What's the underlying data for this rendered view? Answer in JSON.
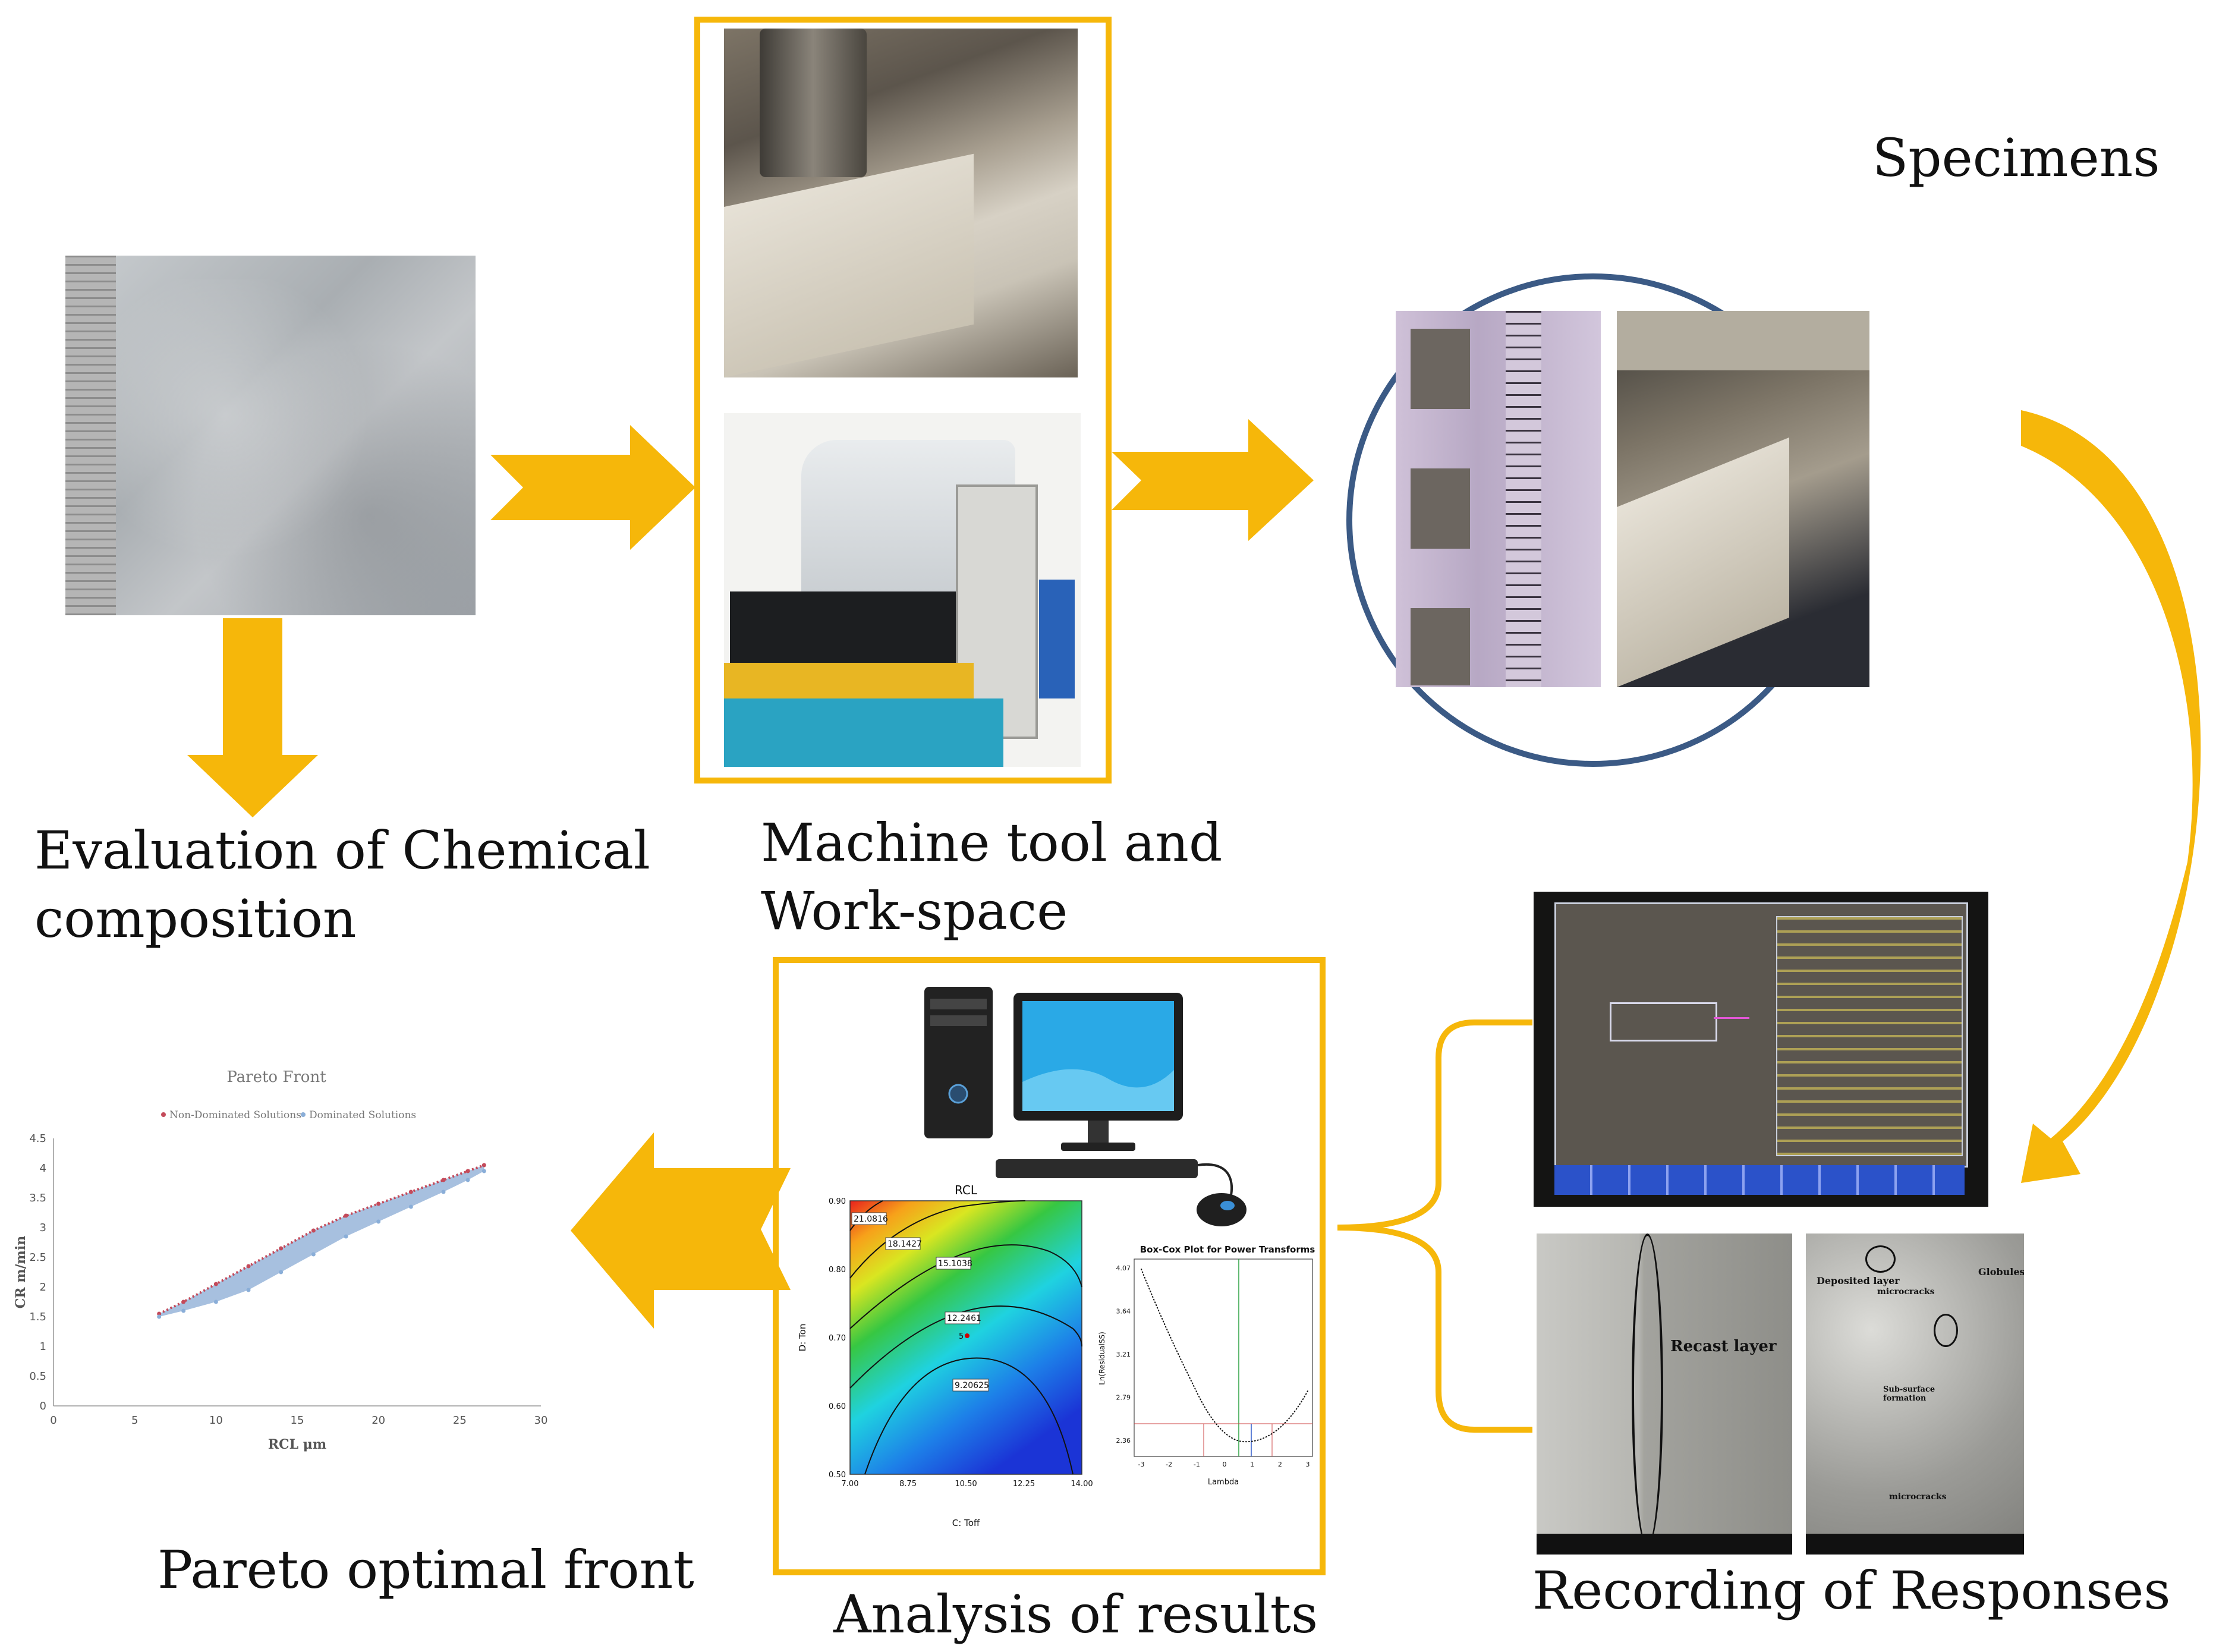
{
  "colors": {
    "accent": "#f6b70a",
    "circle": "#3b5a85"
  },
  "labels": {
    "specimens": "Specimens",
    "chem_line1": "Evaluation of Chemical",
    "chem_line2": "composition",
    "machine_line1": "Machine tool and",
    "machine_line2": "Work-space",
    "pareto": "Pareto optimal front",
    "analysis": "Analysis of results",
    "recording": "Recording of Responses"
  },
  "pareto_chart": {
    "title": "Pareto Front",
    "legend": [
      "Non-Dominated Solutions",
      "Dominated Solutions"
    ],
    "xlabel": "RCL μm",
    "ylabel": "CR m/min",
    "xticks": [
      "0",
      "5",
      "10",
      "15",
      "20",
      "25",
      "30"
    ],
    "yticks": [
      "0",
      "0.5",
      "1",
      "1.5",
      "2",
      "2.5",
      "3",
      "3.5",
      "4",
      "4.5"
    ]
  },
  "contour_plot": {
    "title": "RCL",
    "xlabel": "C: Toff",
    "ylabel": "D: Ton",
    "xticks": [
      "7.00",
      "8.75",
      "10.50",
      "12.25",
      "14.00"
    ],
    "yticks": [
      "0.50",
      "0.60",
      "0.70",
      "0.80",
      "0.90"
    ],
    "contours": [
      "21.0816",
      "18.1427",
      "15.1038",
      "12.2461",
      "9.20625"
    ],
    "center_label": "5"
  },
  "boxcox_plot": {
    "title": "Box-Cox Plot for Power Transforms",
    "xlabel": "Lambda",
    "ylabel": "Ln(ResidualSS)",
    "yticks": [
      "4.07",
      "3.64",
      "3.21",
      "2.79",
      "2.36"
    ],
    "xticks": [
      "-3",
      "-2",
      "-1",
      "0",
      "1",
      "2",
      "3"
    ]
  },
  "sem": {
    "recast_label": "Recast layer",
    "deposited_label": "Deposited layer",
    "microcracks_label": "microcracks",
    "globules_label": "Globules",
    "subsurface_label": "Sub-surface formation",
    "microcracks_label2": "microcracks"
  },
  "chart_data": {
    "type": "scatter",
    "title": "Pareto Front",
    "xlabel": "RCL μm",
    "ylabel": "CR m/min",
    "xlim": [
      0,
      30
    ],
    "ylim": [
      0,
      4.5
    ],
    "series": [
      {
        "name": "Non-Dominated Solutions",
        "x": [
          6.5,
          8,
          10,
          12,
          14,
          16,
          18,
          20,
          22,
          24,
          25.5,
          26.5
        ],
        "y": [
          1.55,
          1.75,
          2.05,
          2.35,
          2.65,
          2.95,
          3.2,
          3.4,
          3.6,
          3.8,
          3.95,
          4.05
        ]
      },
      {
        "name": "Dominated Solutions",
        "x": [
          6.5,
          8,
          10,
          12,
          14,
          16,
          18,
          20,
          22,
          24,
          25.5,
          26.5
        ],
        "y": [
          1.5,
          1.6,
          1.75,
          1.95,
          2.25,
          2.55,
          2.85,
          3.1,
          3.35,
          3.6,
          3.8,
          3.95
        ]
      }
    ]
  }
}
